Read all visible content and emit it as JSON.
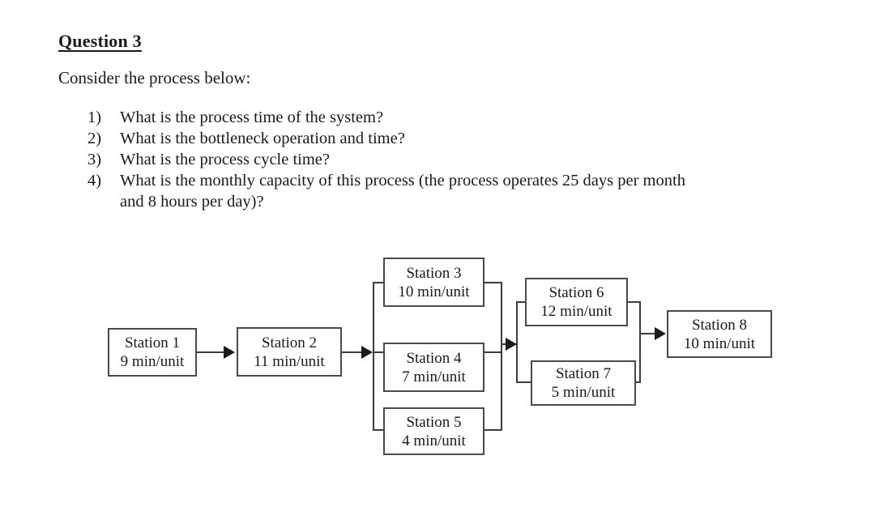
{
  "document": {
    "title": "Question 3",
    "intro": "Consider the process below:",
    "questions": [
      {
        "number": "1)",
        "text": "What is the process time of the system?",
        "continuation": ""
      },
      {
        "number": "2)",
        "text": "What is the bottleneck operation and time?",
        "continuation": ""
      },
      {
        "number": "3)",
        "text": "What is the process cycle time?",
        "continuation": ""
      },
      {
        "number": "4)",
        "text": "What is the monthly capacity of this process (the process operates 25 days per month",
        "continuation": "and 8 hours per day)?"
      }
    ]
  },
  "diagram": {
    "type": "process-flow",
    "stations": [
      {
        "id": "station-1",
        "name": "Station 1",
        "time": "9 min/unit"
      },
      {
        "id": "station-2",
        "name": "Station 2",
        "time": "11 min/unit"
      },
      {
        "id": "station-3",
        "name": "Station 3",
        "time": "10 min/unit"
      },
      {
        "id": "station-4",
        "name": "Station 4",
        "time": "7 min/unit"
      },
      {
        "id": "station-5",
        "name": "Station 5",
        "time": "4 min/unit"
      },
      {
        "id": "station-6",
        "name": "Station 6",
        "time": "12 min/unit"
      },
      {
        "id": "station-7",
        "name": "Station 7",
        "time": "5 min/unit"
      },
      {
        "id": "station-8",
        "name": "Station 8",
        "time": "10 min/unit"
      }
    ],
    "colors": {
      "box_border": "#4a4a4a",
      "connector": "#3c3c3c",
      "background": "#ffffff",
      "text": "#1a1a1a"
    }
  }
}
